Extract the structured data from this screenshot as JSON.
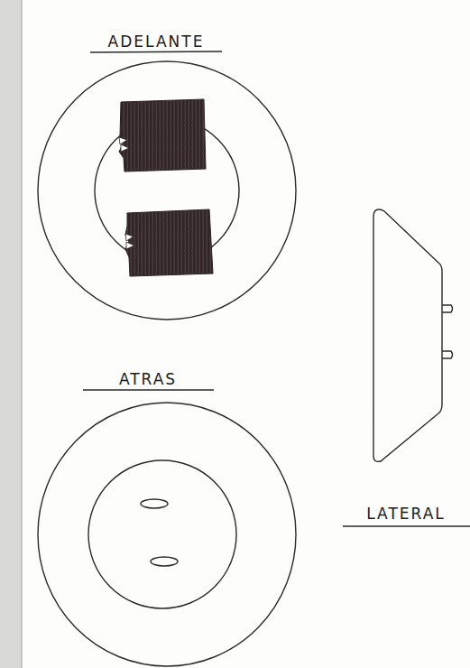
{
  "diagram": {
    "labels": [
      "ADELANTE",
      "ATRAS",
      "LATERAL"
    ]
  }
}
